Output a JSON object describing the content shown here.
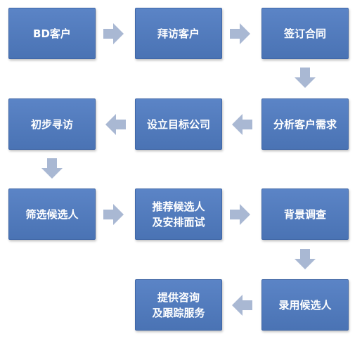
{
  "flow": {
    "steps": [
      {
        "id": "s1",
        "lines": [
          "BD客户"
        ]
      },
      {
        "id": "s2",
        "lines": [
          "拜访客户"
        ]
      },
      {
        "id": "s3",
        "lines": [
          "签订合同"
        ]
      },
      {
        "id": "s4",
        "lines": [
          "分析客户需求"
        ]
      },
      {
        "id": "s5",
        "lines": [
          "设立目标公司"
        ]
      },
      {
        "id": "s6",
        "lines": [
          "初步寻访"
        ]
      },
      {
        "id": "s7",
        "lines": [
          "筛选候选人"
        ]
      },
      {
        "id": "s8",
        "lines": [
          "推荐候选人",
          "及安排面试"
        ]
      },
      {
        "id": "s9",
        "lines": [
          "背景调查"
        ]
      },
      {
        "id": "s10",
        "lines": [
          "录用候选人"
        ]
      },
      {
        "id": "s11",
        "lines": [
          "提供咨询",
          "及跟踪服务"
        ]
      }
    ],
    "colors": {
      "box": "#4f79bd",
      "arrow": "#a9b8d3"
    }
  }
}
